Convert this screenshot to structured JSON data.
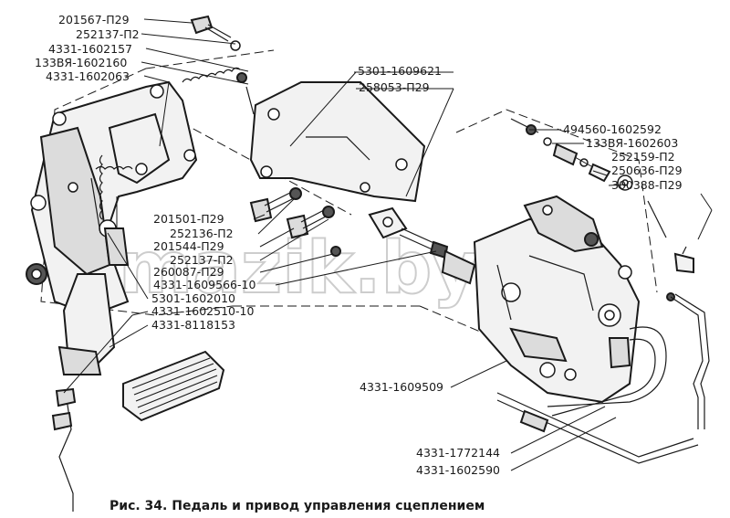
{
  "labels": {
    "l01": "201567-П29",
    "l02": "252137-П2",
    "l03": "4331-1602157",
    "l04": "133ВЯ-1602160",
    "l05": "4331-1602063",
    "l06": "5301-1609621",
    "l07": "258053-П29",
    "l08": "494560-1602592",
    "l09": "133ВЯ-1602603",
    "l10": "252159-П2",
    "l11": "250636-П29",
    "l12": "300388-П29",
    "l13": "201501-П29",
    "l14": "252136-П2",
    "l15": "201544-П29",
    "l16": "252137-П2",
    "l17": "260087-П29",
    "l18": "4331-1609566-10",
    "l19": "5301-1602010",
    "l20": "4331-1602510-10",
    "l21": "4331-8118153",
    "l22": "4331-1609509",
    "l23": "4331-1772144",
    "l24": "4331-1602590"
  },
  "caption": "Рис.  34. Педаль и привод управления сцеплением",
  "watermark": "mazik.by"
}
